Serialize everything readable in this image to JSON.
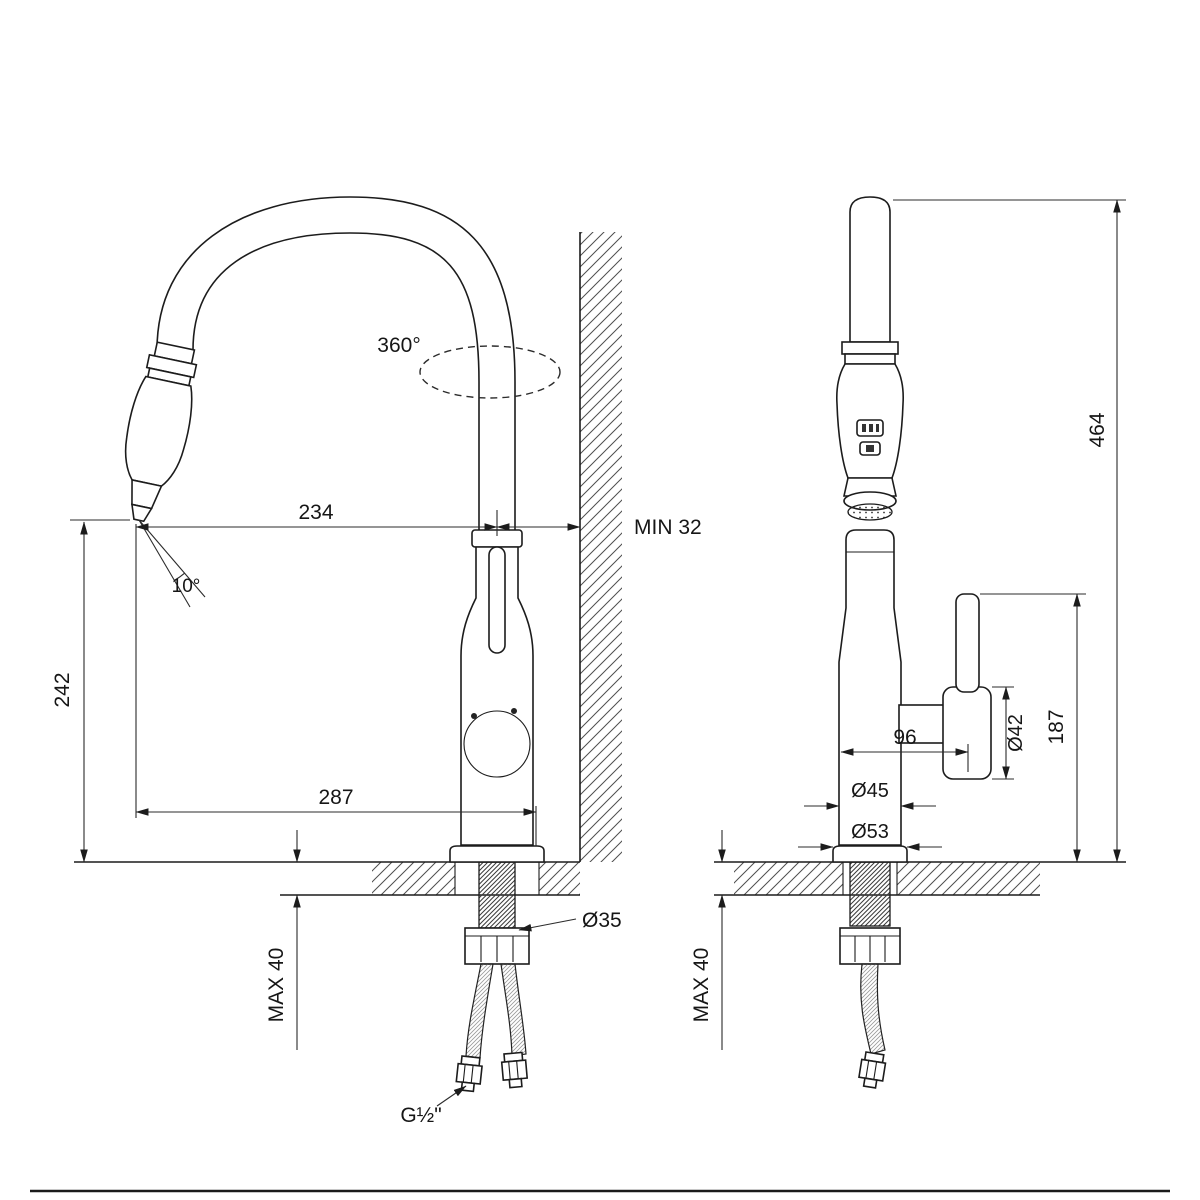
{
  "colors": {
    "ink": "#1c1c1c",
    "background": "#ffffff"
  },
  "side": {
    "swivel": "360°",
    "spray_angle": "10°",
    "spout_reach": "234",
    "wall_clearance": "MIN 32",
    "spout_height": "242",
    "overall_reach": "287",
    "deck_thickness": "MAX 40",
    "hole_diameter": "Ø35",
    "thread": "G½\""
  },
  "front": {
    "overall_height": "464",
    "handle_offset": "96",
    "handle_diameter": "Ø42",
    "handle_height": "187",
    "body_diameter": "Ø45",
    "base_diameter": "Ø53",
    "deck_thickness": "MAX 40"
  }
}
